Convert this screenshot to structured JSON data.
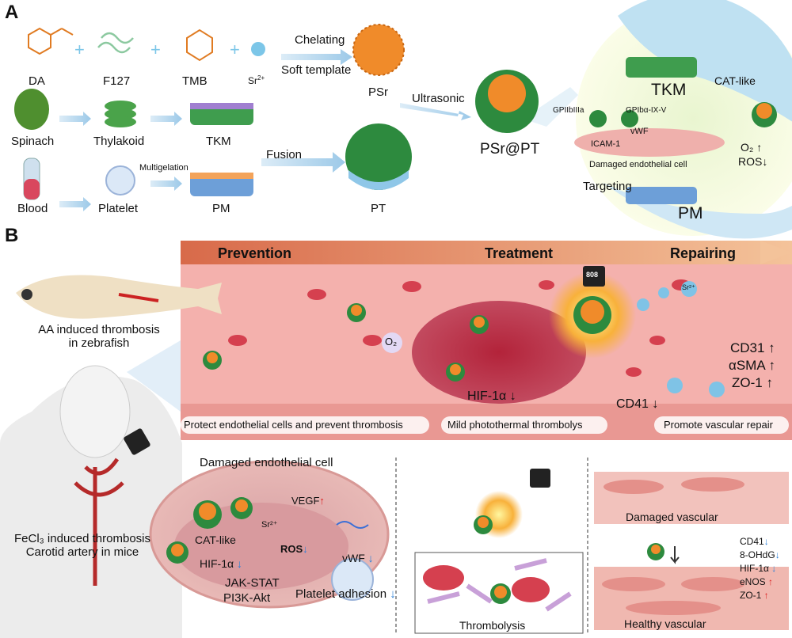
{
  "panelA": {
    "letter": "A",
    "materials": {
      "da": "DA",
      "f127": "F127",
      "tmb": "TMB",
      "sr": "Sr",
      "sr_sup": "2+"
    },
    "steps": {
      "chelating": "Chelating",
      "soft_template": "Soft template",
      "ultrasonic": "Ultrasonic",
      "fusion": "Fusion",
      "multigelation": "Multigelation"
    },
    "products": {
      "psr": "PSr",
      "pt": "PT",
      "psr_pt": "PSr@PT",
      "tkm": "TKM",
      "pm": "PM"
    },
    "sources": {
      "spinach": "Spinach",
      "thylakoid": "Thylakoid",
      "blood": "Blood",
      "platelet": "Platelet"
    },
    "circle": {
      "gpiib": "GPIIbIIIa",
      "gpiba": "GPIbα-IX-V",
      "vwf": "vWF",
      "icam": "ICAM-1",
      "damaged_cell": "Damaged endothelial cell",
      "targeting": "Targeting",
      "tkm": "TKM",
      "pm": "PM",
      "cat_like": "CAT-like",
      "o2": "O₂ ↑",
      "ros": "ROS↓"
    }
  },
  "panelB": {
    "letter": "B",
    "zebrafish": "AA induced thrombosis\nin zebrafish",
    "mouse": "FeCl₃ induced thrombosis\nCarotid artery in mice",
    "phases": {
      "prevention": "Prevention",
      "treatment": "Treatment",
      "repairing": "Repairing"
    },
    "vessel": {
      "o2": "O₂",
      "hif": "HIF-1α ↓",
      "cd41": "CD41 ↓",
      "cd31": "CD31 ↑",
      "asma": "αSMA ↑",
      "zo1": "ZO-1 ↑",
      "sr": "Sr²⁺",
      "laser": "808"
    },
    "captions": {
      "protect": "Protect endothelial cells and prevent thrombosis",
      "mild": "Mild photothermal thrombolys",
      "promote": "Promote vascular repair"
    },
    "cell": {
      "title": "Damaged endothelial cell",
      "vegf": "VEGF",
      "sr": "Sr²⁺",
      "cat": "CAT-like",
      "ros": "ROS",
      "hif": "HIF-1α",
      "jak": "JAK-STAT",
      "pi3k": "PI3K-Akt",
      "vwf": "vWF",
      "platelet": "Platelet adhesion"
    },
    "thrombolysis": "Thrombolysis",
    "repair": {
      "damaged": "Damaged vascular",
      "healthy": "Healthy vascular",
      "markers": [
        "CD41",
        "8-OHdG",
        "HIF-1α",
        "eNOS",
        "ZO-1"
      ]
    }
  }
}
